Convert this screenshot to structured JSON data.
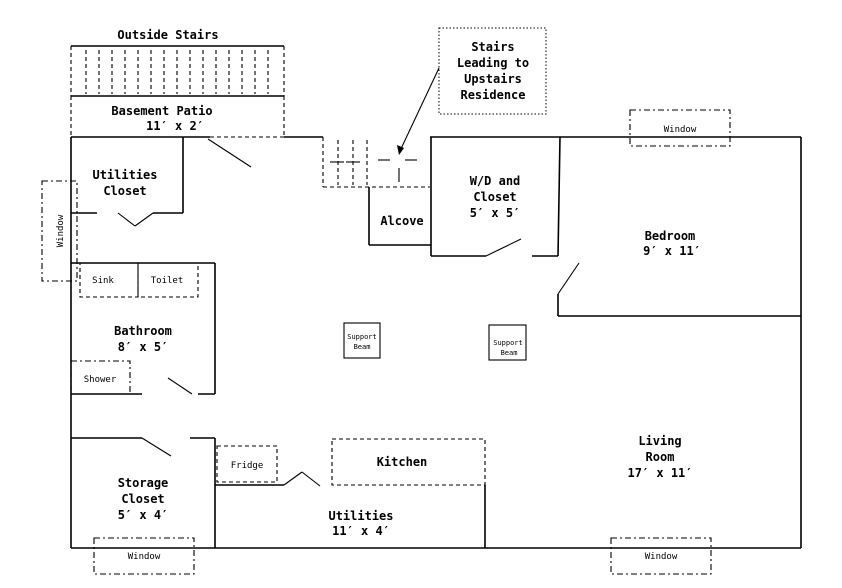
{
  "labels": {
    "outside_stairs": "Outside Stairs",
    "basement_patio": "Basement Patio",
    "basement_patio_size": "11′ x 2′",
    "upstairs_line1": "Stairs",
    "upstairs_line2": "Leading to",
    "upstairs_line3": "Upstairs",
    "upstairs_line4": "Residence",
    "utilities_closet_1": "Utilities",
    "utilities_closet_2": "Closet",
    "alcove": "Alcove",
    "wd_1": "W/D and",
    "wd_2": "Closet",
    "wd_size": "5′ x 5′",
    "bedroom": "Bedroom",
    "bedroom_size": "9′ x 11′",
    "sink": "Sink",
    "toilet": "Toilet",
    "bathroom": "Bathroom",
    "bathroom_size": "8′ x 5′",
    "support_beam_1": "Support",
    "support_beam_2": "Beam",
    "shower": "Shower",
    "living_1": "Living",
    "living_2": "Room",
    "living_size": "17′ x 11′",
    "fridge": "Fridge",
    "kitchen": "Kitchen",
    "storage_1": "Storage",
    "storage_2": "Closet",
    "storage_size": "5′ x 4′",
    "utilities": "Utilities",
    "utilities_size": "11′ x 4′",
    "window": "Window"
  }
}
